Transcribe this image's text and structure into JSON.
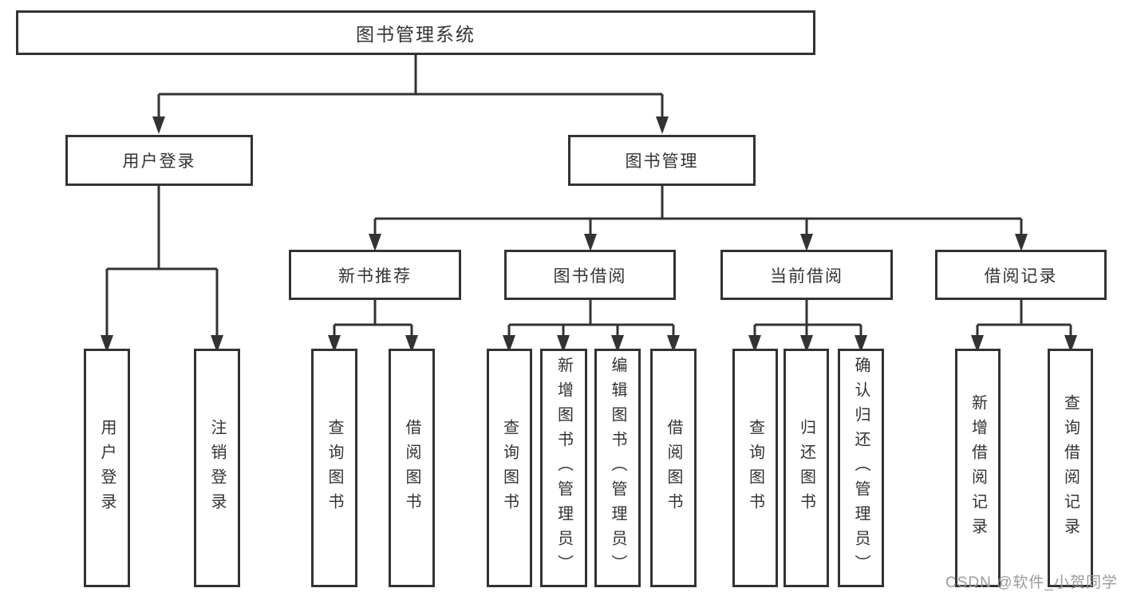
{
  "tree": {
    "label": "图书管理系统",
    "children": [
      {
        "label": "用户登录",
        "children": [
          {
            "label": "用户登录"
          },
          {
            "label": "注销登录"
          }
        ]
      },
      {
        "label": "图书管理",
        "children": [
          {
            "label": "新书推荐",
            "children": [
              {
                "label": "查询图书"
              },
              {
                "label": "借阅图书"
              }
            ]
          },
          {
            "label": "图书借阅",
            "children": [
              {
                "label": "查询图书"
              },
              {
                "label": "新增图书（管理员）"
              },
              {
                "label": "编辑图书（管理员）"
              },
              {
                "label": "借阅图书"
              }
            ]
          },
          {
            "label": "当前借阅",
            "children": [
              {
                "label": "查询图书"
              },
              {
                "label": "归还图书"
              },
              {
                "label": "确认归还（管理员）"
              }
            ]
          },
          {
            "label": "借阅记录",
            "children": [
              {
                "label": "新增借阅记录"
              },
              {
                "label": "查询借阅记录"
              }
            ]
          }
        ]
      }
    ]
  },
  "watermark": {
    "text": "CSDN @软件_小贺同学"
  },
  "colors": {
    "line": "#333333",
    "border": "#333333",
    "text": "#333333",
    "watermark": "#9b9b9b",
    "background": "#ffffff"
  }
}
